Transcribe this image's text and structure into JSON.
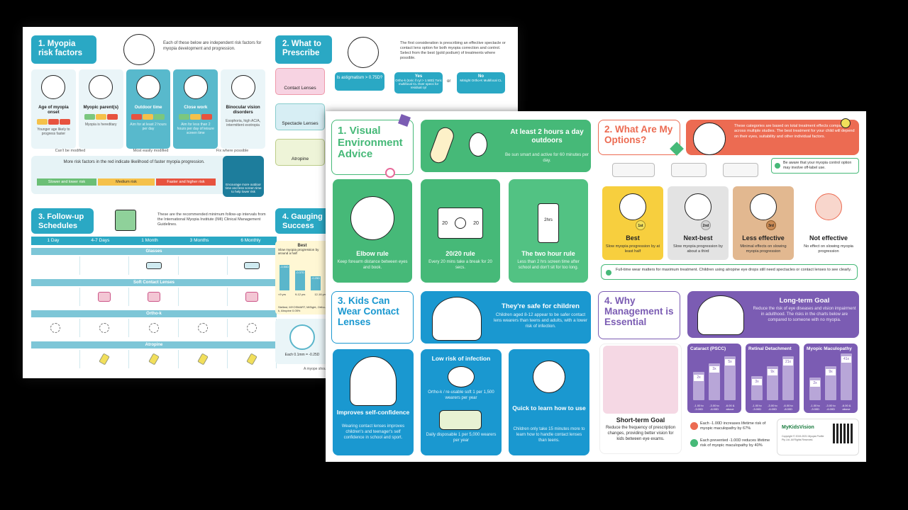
{
  "back": {
    "title1": "1. Myopia risk factors",
    "desc1": "Each of these below are independent risk factors for myopia development and progression.",
    "risk_cards": [
      {
        "label": "Age of myopia onset",
        "sub": "Younger age likely to progress faster"
      },
      {
        "label": "Myopic parent(s)",
        "sub": "Myopia is hereditary"
      },
      {
        "label": "Outdoor time",
        "sub": "Aim for at least 2 hours per day"
      },
      {
        "label": "Close work",
        "sub": "Aim for less than 2 hours per day of leisure screen time"
      },
      {
        "label": "Binocular vision disorders",
        "sub": "Esophoria, high AC/A, intermittent exotropia"
      }
    ],
    "cat_labels": [
      "Can't be modified",
      "Most easily modified",
      "Fix where possible"
    ],
    "risk_box_title": "More risk factors in the red indicate likelihood of faster myopia progression.",
    "risk_strip": [
      "Slower and lower risk",
      "Medium risk",
      "Faster and higher risk"
    ],
    "blue_card": "Encourage more outdoor time and less screen time to help lower risk",
    "title3": "3. Follow-up Schedules",
    "desc3": "These are the recommended minimum follow-up intervals from the International Myopia Institute (IMI) Clinical Management Guidelines.",
    "schedule_cols": [
      "1 Day",
      "4-7 Days",
      "1 Month",
      "3 Months",
      "6 Monthly"
    ],
    "schedule_rows": [
      "Glasses",
      "Soft Contact Lenses",
      "Ortho-k",
      "Atropine"
    ],
    "title2": "2. What to Prescribe",
    "desc2": "The first consideration is prescribing an effective spectacle or contact lens option for both myopia correction and control. Select from the best (gold podium) of treatments where possible.",
    "presc_options": [
      "Contact Lenses",
      "Spectacle Lenses",
      "Atropine"
    ],
    "astig": "Is astigmatism > 0.75D?",
    "yes": "Yes",
    "no": "No",
    "yes_text": "Ortho-k (toric if cyl > 1.50D) Toric multifocal CL Over specs for residual cyl",
    "or": "or",
    "no_text": "MiSight Ortho-K Multifocal CL",
    "title4": "4. Gauging Success",
    "gauge_head": "Best",
    "gauge_sub": "Slow myopia progression by around a half",
    "gauge_vals": [
      "-0.50D",
      "-0.37D",
      "-0.25D"
    ],
    "gauge_ages": [
      "<9 yrs",
      "9-12 yrs",
      "12-16 yrs"
    ],
    "gauge_note": "Stellest, MYOSMART, MiSight, Ortho-k, Atropine 0.05%",
    "eye_text": "Each 0.1mm = -0.25D",
    "eye_foot": "A myope should"
  },
  "front": {
    "s1_title": "1. Visual Environment Advice",
    "s1_banner_h": "At least 2 hours a day outdoors",
    "s1_banner_s": "Be sun smart and active for 60 minutes per day.",
    "s1_cards": [
      {
        "h": "Elbow rule",
        "s": "Keep forearm distance between eyes and book."
      },
      {
        "h": "20/20 rule",
        "s": "Every 20 mins take a break for 20 secs."
      },
      {
        "h": "The two hour rule",
        "s": "Less than 2 hrs screen time after school and don't sit for too long."
      }
    ],
    "clock_a": "20",
    "clock_b": "20",
    "phone_text": "2hrs",
    "s3_title": "3. Kids Can Wear Contact Lenses",
    "s3_banner_h": "They're safe for children",
    "s3_banner_s": "Children aged 8-12 appear to be safer contact lens wearers than teens and adults, with a lower risk of infection.",
    "s3_card1_h": "Improves self-confidence",
    "s3_card1_s": "Wearing contact lenses improves children's and teenager's self confidence in school and sport.",
    "s3_card2_h": "Low risk of infection",
    "s3_card2_a": "Ortho-k / re-usable soft 1 per 1,500 wearers per year",
    "s3_card2_b": "Daily disposable 1 per 5,000 wearers per year",
    "s3_card3_h": "Quick to learn how to use",
    "s3_card3_s": "Children only take 15 minutes more to learn how to handle contact lenses than teens.",
    "s2_title": "2. What Are My Options?",
    "s2_banner": "These categories are based on total treatment effects compared across multiple studies. The best treatment for your child will depend on their eyes, suitability and other individual factors.",
    "s2_note": "Be aware that your myopia control option may involve off-label use.",
    "options": [
      {
        "h": "Best",
        "s": "Slow myopia progression by at least half",
        "badge": "1st"
      },
      {
        "h": "Next-best",
        "s": "Slow myopia progression by about a third",
        "badge": "2nd"
      },
      {
        "h": "Less effective",
        "s": "Minimal effects on slowing myopia progression",
        "badge": "3rd"
      },
      {
        "h": "Not effective",
        "s": "No effect on slowing myopia progression",
        "badge": ""
      }
    ],
    "fulltime": "Full-time wear matters for maximum treatment. Children using atropine eye drops still need spectacles or contact lenses to see clearly.",
    "s4_title": "4. Why Management is Essential",
    "s4_banner_h": "Long-term Goal",
    "s4_banner_s": "Reduce the risk of eye diseases and vision impairment in adulthood. The risks in the charts below are compared to someone with no myopia.",
    "short_h": "Short-term Goal",
    "short_s": "Reduce the frequency of prescription changes, providing better vision for kids between eye exams.",
    "risk_charts": [
      {
        "title": "Cataract (PSCC)",
        "vals": [
          "2x",
          "3x",
          "5x"
        ],
        "labels": [
          "-1.00 to -3.00D",
          "-3.00 to -6.00D",
          "-6.00 & above"
        ]
      },
      {
        "title": "Retinal Detachment",
        "vals": [
          "3x",
          "9x",
          "21x"
        ],
        "labels": [
          "-1.00 to -3.00D",
          "-3.00 to -6.00D",
          "-6.00 to -8.00D"
        ]
      },
      {
        "title": "Myopic Maculopathy",
        "vals": [
          "2x",
          "9x",
          "41x"
        ],
        "labels": [
          "-1.00 to -3.00D",
          "-3.00 to -6.00D",
          "-6.00 & above"
        ]
      }
    ],
    "red_note": "Each -1.00D increases lifetime risk of myopic maculopathy by 67%",
    "green_note": "Each prevented -1.00D reduces lifetime risk of myopic maculopathy by 40%",
    "brand": "MyKidsVision",
    "copyright": "Copyright © 2019-2021 Myopia Profile Pty Ltd. All Rights Reserved."
  }
}
